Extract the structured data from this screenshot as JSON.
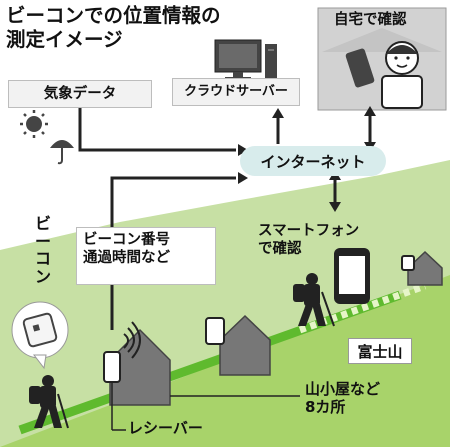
{
  "title": [
    "ビーコンでの位置情報の",
    "測定イメージ"
  ],
  "labels": {
    "weather_data": "気象データ",
    "cloud_server": "クラウドサーバー",
    "internet": "インターネット",
    "home_check": "自宅で確認",
    "smartphone_check": [
      "スマートフォン",
      "で確認"
    ],
    "beacon_info": [
      "ビーコン番号",
      "通過時間など"
    ],
    "beacon": "ビーコン",
    "mount_fuji": "富士山",
    "huts": [
      "山小屋など",
      "8カ所"
    ],
    "receiver": "レシーバー"
  },
  "icons": [
    "sun-icon",
    "umbrella-icon",
    "computer-server-icon",
    "person-home-icon",
    "smartphone-icon",
    "hiker-icon",
    "beacon-tag-icon",
    "receiver-icon",
    "hut-icon"
  ],
  "colors": {
    "grass": "#c7e0a4",
    "slope": "#a8d36a",
    "trail": "#4caf2a",
    "internet_bg": "#d8ecec",
    "box_bg": "#f2f2f2",
    "dark": "#222222"
  }
}
